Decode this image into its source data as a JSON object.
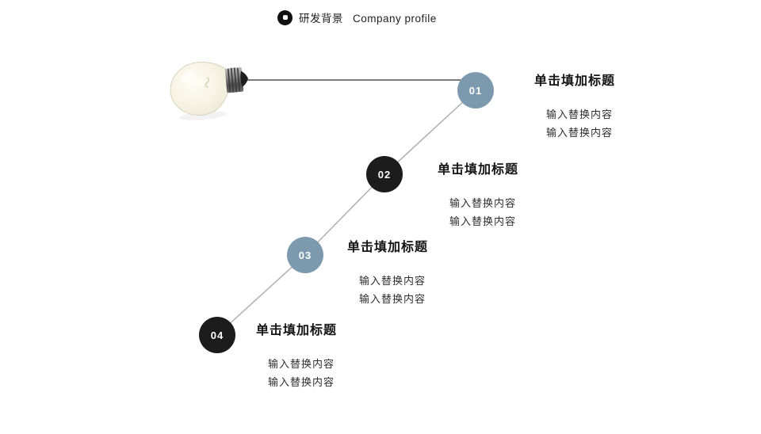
{
  "header": {
    "icon": "bullseye-icon",
    "title_zh": "研发背景",
    "title_en": "Company profile"
  },
  "colors": {
    "accent_blue": "#7d99ad",
    "accent_dark": "#1c1c1c",
    "connector_gray": "#b0aeae",
    "connector_dark": "#2b2b2b"
  },
  "decor": {
    "graphic": "lightbulb"
  },
  "steps": [
    {
      "number": "01",
      "circle_color": "#7d99ad",
      "title": "单击填加标题",
      "lines": [
        "输入替换内容",
        "输入替换内容"
      ]
    },
    {
      "number": "02",
      "circle_color": "#1c1c1c",
      "title": "单击填加标题",
      "lines": [
        "输入替换内容",
        "输入替换内容"
      ]
    },
    {
      "number": "03",
      "circle_color": "#7d99ad",
      "title": "单击填加标题",
      "lines": [
        "输入替换内容",
        "输入替换内容"
      ]
    },
    {
      "number": "04",
      "circle_color": "#1c1c1c",
      "title": "单击填加标题",
      "lines": [
        "输入替换内容",
        "输入替换内容"
      ]
    }
  ]
}
